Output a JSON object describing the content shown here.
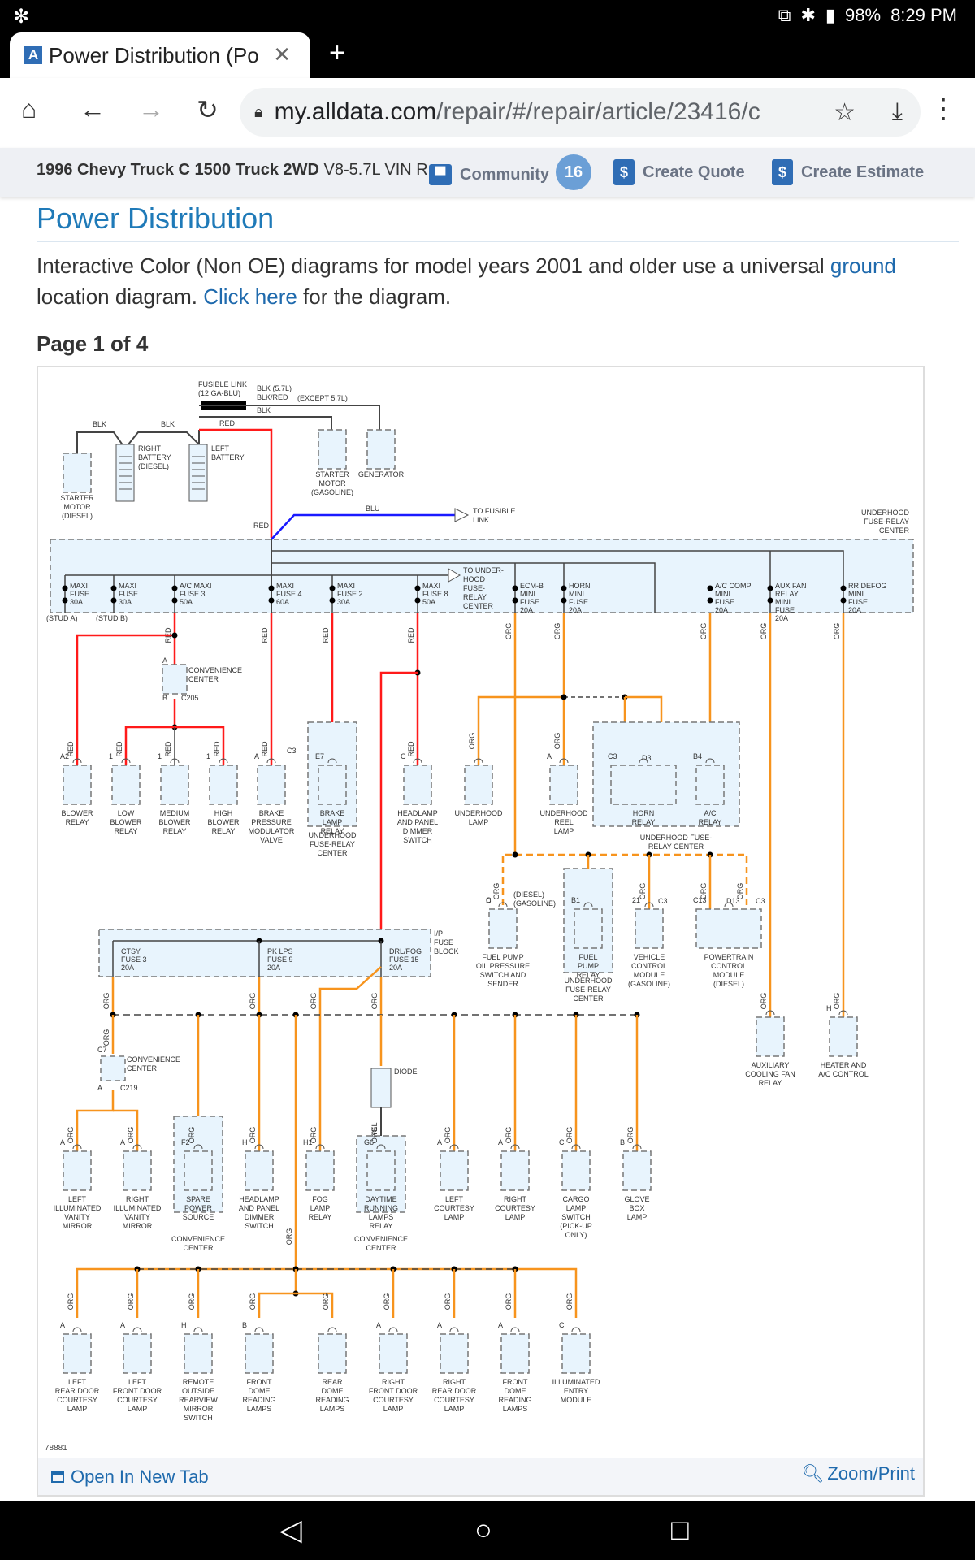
{
  "status_bar": {
    "battery": "98%",
    "time": "8:29 PM"
  },
  "browser": {
    "tab_title": "Power Distribution (Po",
    "favicon_letter": "A",
    "url_host": "my.alldata.com",
    "url_path": "/repair/#/repair/article/23416/c"
  },
  "vehicle_bar": {
    "vehicle_bold": "1996 Chevy Truck C 1500 Truck 2WD",
    "vehicle_light": "V8-5.7L VIN R",
    "community_label": "Community",
    "community_count": "16",
    "create_quote": "Create Quote",
    "create_estimate": "Create Estimate"
  },
  "article": {
    "heading": "Power Distribution",
    "intro_1": "Interactive Color (Non OE) diagrams for model years 2001 and older use a universal ",
    "intro_link1": "ground",
    "intro_2": " location diagram. ",
    "intro_link2": "Click here",
    "intro_3": " for the diagram.",
    "page_indicator": "Page 1 of 4"
  },
  "diagram": {
    "figure_id": "78881",
    "open_new_tab": "Open In New Tab",
    "zoom_print": "Zoom/Print",
    "wire_colors": {
      "RED": "#ff1a1a",
      "ORG": "#f7941d",
      "BLK": "#444444",
      "BLU": "#1a1aff",
      "YEL": "#222222"
    },
    "top_labels": {
      "fusible_link": [
        "FUSIBLE LINK",
        "(12 GA-BLU)"
      ],
      "blk_57": "BLK  (5.7L)",
      "blk_red": "BLK/RED",
      "except_57": "(EXCEPT 5.7L)",
      "blk": "BLK",
      "red": "RED",
      "blu": "BLU",
      "to_fusible_link": [
        "TO FUSIBLE",
        "LINK"
      ],
      "underhood_center": [
        "UNDERHOOD",
        "FUSE-RELAY",
        "CENTER"
      ],
      "to_underhood": [
        "TO UNDER-",
        "HOOD",
        "FUSE-",
        "RELAY",
        "CENTER"
      ],
      "stud_a": "(STUD A)",
      "stud_b": "(STUD B)"
    },
    "power_components": [
      {
        "name": [
          "STARTER",
          "MOTOR",
          "(DIESEL)"
        ]
      },
      {
        "name": [
          "RIGHT",
          "BATTERY",
          "(DIESEL)"
        ]
      },
      {
        "name": [
          "LEFT",
          "BATTERY"
        ]
      },
      {
        "name": [
          "STARTER",
          "MOTOR",
          "(GASOLINE)"
        ]
      },
      {
        "name": [
          "GENERATOR"
        ]
      }
    ],
    "underhood_fuses": [
      {
        "label": [
          "MAXI",
          "FUSE",
          "30A"
        ]
      },
      {
        "label": [
          "MAXI",
          "FUSE",
          "30A"
        ]
      },
      {
        "label": [
          "A/C MAXI",
          "FUSE 3",
          "50A"
        ]
      },
      {
        "label": [
          "MAXI",
          "FUSE 4",
          "60A"
        ]
      },
      {
        "label": [
          "MAXI",
          "FUSE 2",
          "30A"
        ]
      },
      {
        "label": [
          "MAXI",
          "FUSE 8",
          "50A"
        ]
      },
      {
        "label": [
          "ECM-B",
          "MINI",
          "FUSE",
          "20A"
        ]
      },
      {
        "label": [
          "HORN",
          "MINI",
          "FUSE",
          "20A"
        ]
      },
      {
        "label": [
          "A/C COMP",
          "MINI",
          "FUSE",
          "20A"
        ]
      },
      {
        "label": [
          "AUX FAN",
          "RELAY",
          "MINI",
          "FUSE",
          "20A"
        ]
      },
      {
        "label": [
          "RR DEFOG",
          "MINI",
          "FUSE",
          "20A"
        ]
      }
    ],
    "convenience_c205": {
      "name": [
        "CONVENIENCE",
        "CENTER"
      ],
      "pin_top": "A",
      "pin_bottom": "B",
      "connector": "C205"
    },
    "row1_loads": [
      {
        "pin": "A2",
        "name": [
          "BLOWER",
          "RELAY"
        ]
      },
      {
        "pin": "1",
        "name": [
          "LOW",
          "BLOWER",
          "RELAY"
        ]
      },
      {
        "pin": "1",
        "name": [
          "MEDIUM",
          "BLOWER",
          "RELAY"
        ]
      },
      {
        "pin": "1",
        "name": [
          "HIGH",
          "BLOWER",
          "RELAY"
        ]
      },
      {
        "pin": "A",
        "conn": "C3",
        "name": [
          "BRAKE",
          "PRESSURE",
          "MODULATOR",
          "VALVE"
        ]
      },
      {
        "pin": "E7",
        "name": [
          "BRAKE",
          "LAMP",
          "RELAY"
        ],
        "group": [
          "UNDERHOOD",
          "FUSE-RELAY",
          "CENTER"
        ]
      },
      {
        "pin": "C",
        "name": [
          "HEADLAMP",
          "AND PANEL",
          "DIMMER",
          "SWITCH"
        ]
      },
      {
        "pin": "",
        "name": [
          "UNDERHOOD",
          "LAMP"
        ]
      },
      {
        "pin": "A",
        "name": [
          "UNDERHOOD",
          "REEL",
          "LAMP"
        ]
      },
      {
        "pin": "C3",
        "pin2": "D3",
        "name": [
          "HORN",
          "RELAY"
        ]
      },
      {
        "pin": "B4",
        "name": [
          "A/C",
          "RELAY"
        ]
      }
    ],
    "horn_group_label": [
      "UNDERHOOD FUSE-",
      "RELAY CENTER"
    ],
    "row2_loads": [
      {
        "pin": "C",
        "pin2": "D",
        "note": [
          "(DIESEL)",
          "(GASOLINE)"
        ],
        "name": [
          "FUEL PUMP",
          "OIL PRESSURE",
          "SWITCH AND",
          "SENDER"
        ]
      },
      {
        "pin": "B1",
        "name": [
          "FUEL",
          "PUMP",
          "RELAY"
        ],
        "group": [
          "UNDERHOOD",
          "FUSE-RELAY",
          "CENTER"
        ]
      },
      {
        "pin": "21",
        "conn": "C3",
        "name": [
          "VEHICLE",
          "CONTROL",
          "MODULE",
          "(GASOLINE)"
        ]
      },
      {
        "pin": "C13",
        "pin2": "D13",
        "conn": "C3",
        "name": [
          "POWERTRAIN",
          "CONTROL",
          "MODULE",
          "(DIESEL)"
        ]
      },
      {
        "pin": "",
        "name": [
          "AUXILIARY",
          "COOLING FAN",
          "RELAY"
        ]
      },
      {
        "pin": "H",
        "name": [
          "HEATER AND",
          "A/C CONTROL"
        ]
      }
    ],
    "ip_fuse_block": {
      "name": [
        "I/P",
        "FUSE",
        "BLOCK"
      ],
      "fuses": [
        {
          "label": [
            "CTSY",
            "FUSE 3",
            "20A"
          ]
        },
        {
          "label": [
            "PK LPS",
            "FUSE 9",
            "20A"
          ]
        },
        {
          "label": [
            "DRL/FOG",
            "FUSE 15",
            "20A"
          ]
        }
      ]
    },
    "convenience_c219": {
      "name": [
        "CONVENIENCE",
        "CENTER"
      ],
      "pin_top": "C7",
      "pin_bottom": "A",
      "connector": "C219"
    },
    "diode_label": "DIODE",
    "row3_loads": [
      {
        "pin": "A",
        "name": [
          "LEFT",
          "ILLUMINATED",
          "VANITY",
          "MIRROR"
        ]
      },
      {
        "pin": "A",
        "name": [
          "RIGHT",
          "ILLUMINATED",
          "VANITY",
          "MIRROR"
        ]
      },
      {
        "pin": "F2",
        "name": [
          "SPARE",
          "POWER",
          "SOURCE"
        ],
        "group": [
          "CONVENIENCE",
          "CENTER"
        ]
      },
      {
        "pin": "H",
        "name": [
          "HEADLAMP",
          "AND PANEL",
          "DIMMER",
          "SWITCH"
        ]
      },
      {
        "pin": "H1",
        "name": [
          "FOG",
          "LAMP",
          "RELAY"
        ]
      },
      {
        "pin": "G6",
        "name": [
          "DAYTIME",
          "RUNNING",
          "LAMPS",
          "RELAY"
        ],
        "group": [
          "CONVENIENCE",
          "CENTER"
        ]
      },
      {
        "pin": "A",
        "name": [
          "LEFT",
          "COURTESY",
          "LAMP"
        ]
      },
      {
        "pin": "A",
        "name": [
          "RIGHT",
          "COURTESY",
          "LAMP"
        ]
      },
      {
        "pin": "C",
        "name": [
          "CARGO",
          "LAMP",
          "SWITCH",
          "(PICK-UP",
          "ONLY)"
        ]
      },
      {
        "pin": "B",
        "name": [
          "GLOVE",
          "BOX",
          "LAMP"
        ]
      }
    ],
    "row4_loads": [
      {
        "pin": "A",
        "name": [
          "LEFT",
          "REAR DOOR",
          "COURTESY",
          "LAMP"
        ]
      },
      {
        "pin": "A",
        "name": [
          "LEFT",
          "FRONT DOOR",
          "COURTESY",
          "LAMP"
        ]
      },
      {
        "pin": "H",
        "name": [
          "REMOTE",
          "OUTSIDE",
          "REARVIEW",
          "MIRROR",
          "SWITCH"
        ]
      },
      {
        "pin": "B",
        "name": [
          "FRONT",
          "DOME",
          "READING",
          "LAMPS"
        ]
      },
      {
        "pin": "",
        "name": [
          "REAR",
          "DOME",
          "READING",
          "LAMPS"
        ]
      },
      {
        "pin": "A",
        "name": [
          "RIGHT",
          "FRONT DOOR",
          "COURTESY",
          "LAMP"
        ]
      },
      {
        "pin": "A",
        "name": [
          "RIGHT",
          "REAR DOOR",
          "COURTESY",
          "LAMP"
        ]
      },
      {
        "pin": "A",
        "name": [
          "FRONT",
          "DOME",
          "READING",
          "LAMPS"
        ]
      },
      {
        "pin": "C",
        "name": [
          "ILLUMINATED",
          "ENTRY",
          "MODULE"
        ]
      }
    ]
  }
}
